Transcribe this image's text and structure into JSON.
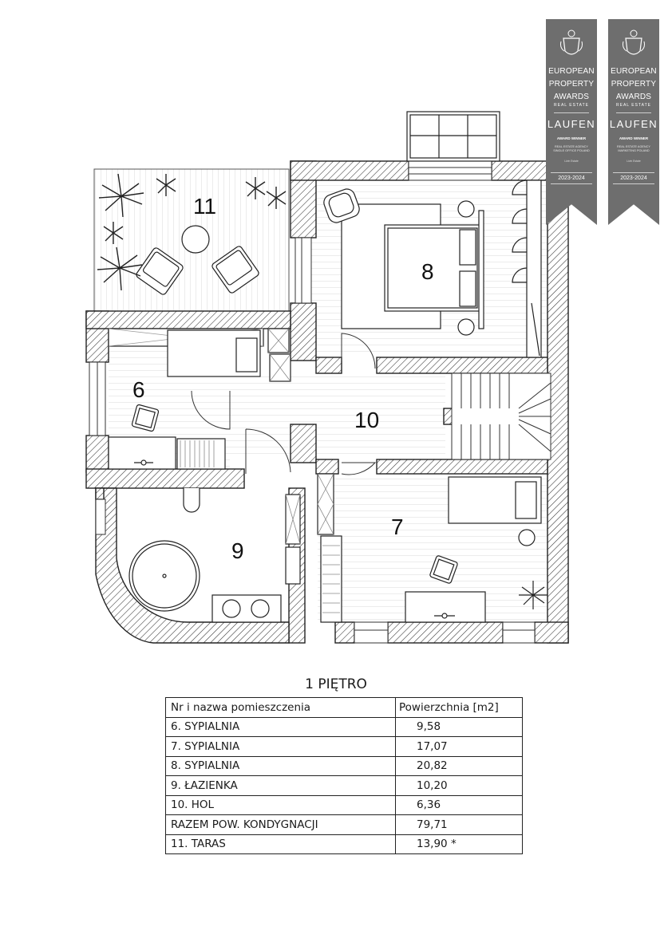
{
  "rooms": [
    {
      "id": "6",
      "label": "6"
    },
    {
      "id": "7",
      "label": "7"
    },
    {
      "id": "8",
      "label": "8"
    },
    {
      "id": "9",
      "label": "9"
    },
    {
      "id": "10",
      "label": "10"
    },
    {
      "id": "11",
      "label": "11"
    }
  ],
  "badges": [
    {
      "line1": "EUROPEAN",
      "line2": "PROPERTY",
      "line3": "AWARDS",
      "subtitle": "REAL ESTATE",
      "brand": "LAUFEN",
      "award": "AWARD WINNER",
      "category": "REAL ESTATE AGENCY SINGLE OFFICE POLAND",
      "small": "Livin Estate",
      "years": "2023-2024"
    },
    {
      "line1": "EUROPEAN",
      "line2": "PROPERTY",
      "line3": "AWARDS",
      "subtitle": "REAL ESTATE",
      "brand": "LAUFEN",
      "award": "AWARD WINNER",
      "category": "REAL ESTATE AGENCY MARKETING POLAND",
      "small": "Livin Estate",
      "years": "2023-2024"
    }
  ],
  "table": {
    "title": "1 PIĘTRO",
    "header": {
      "name": "Nr i nazwa pomieszczenia",
      "area": "Powierzchnia [m2]"
    },
    "rows": [
      {
        "name": "6. SYPIALNIA",
        "area": "9,58"
      },
      {
        "name": "7. SYPIALNIA",
        "area": "17,07"
      },
      {
        "name": "8. SYPIALNIA",
        "area": "20,82"
      },
      {
        "name": "9. ŁAZIENKA",
        "area": "10,20"
      },
      {
        "name": "10. HOL",
        "area": "6,36"
      },
      {
        "name": "RAZEM POW. KONDYGNACJI",
        "area": "79,71"
      },
      {
        "name": "11. TARAS",
        "area": "13,90 *"
      }
    ]
  }
}
